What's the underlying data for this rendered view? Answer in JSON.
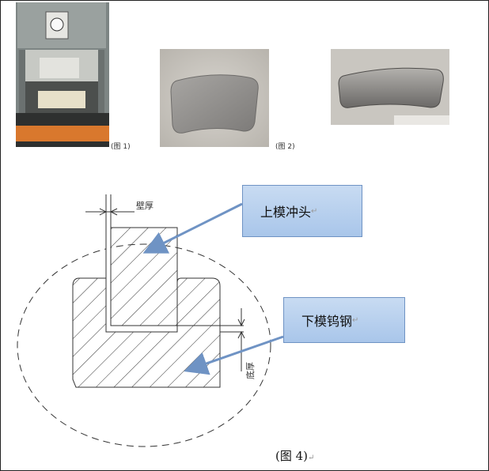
{
  "photos": [
    {
      "caption": "(图 1)"
    },
    {
      "caption": "(图 2)"
    },
    {
      "caption": ""
    }
  ],
  "diagram": {
    "label_wall_thickness": "壁厚",
    "label_bottom_thickness": "底厚",
    "callout_upper": "上模冲头",
    "callout_lower": "下模钨钢",
    "paragraph_mark": "↵"
  },
  "figure_caption": "(图 4)",
  "colors": {
    "callout_fill": "#b9d1ef",
    "callout_border": "#6f93c4",
    "arrow": "#6f93c4",
    "press_orange": "#d9782d"
  }
}
